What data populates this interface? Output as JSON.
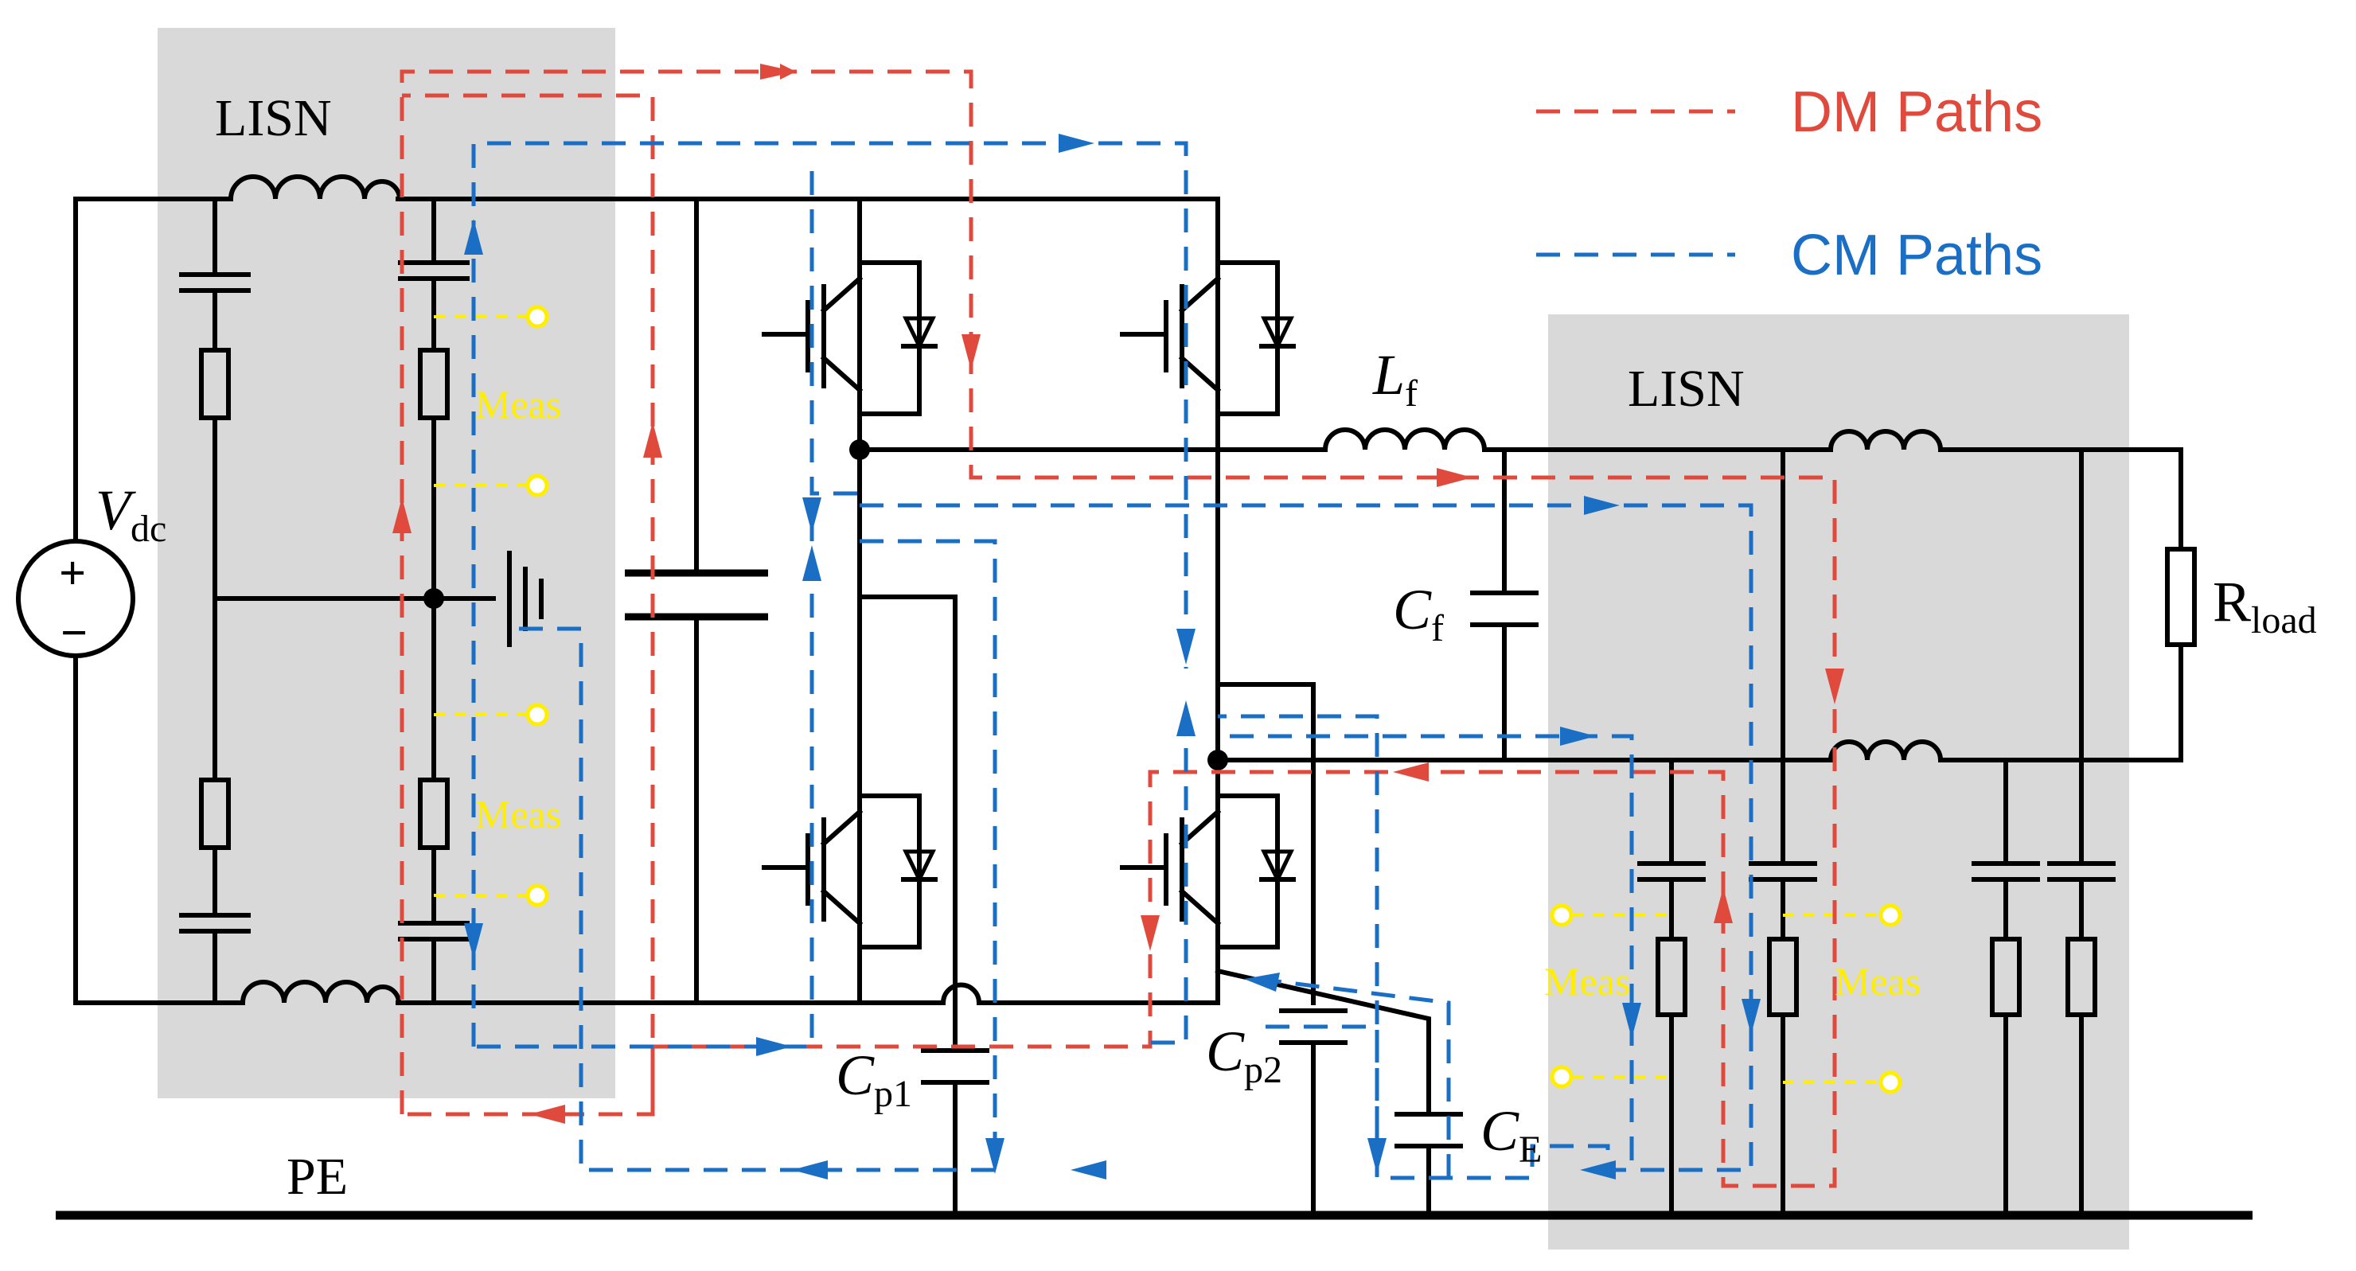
{
  "legend": {
    "dm_label": "DM Paths",
    "cm_label": "CM Paths",
    "dm_color": "#e04a3c",
    "cm_color": "#1a6fc4"
  },
  "labels": {
    "lisn_left": "LISN",
    "lisn_right": "LISN",
    "vdc_main": "V",
    "vdc_sub": "dc",
    "lf_main": "L",
    "lf_sub": "f",
    "cf_main": "C",
    "cf_sub": "f",
    "rload_main": "R",
    "rload_sub": "load",
    "cp1_main": "C",
    "cp1_sub": "p1",
    "cp2_main": "C",
    "cp2_sub": "p2",
    "ce_main": "C",
    "ce_sub": "E",
    "pe": "PE",
    "meas": "Meas",
    "plus": "+",
    "minus": "−"
  },
  "colors": {
    "lisn_shade": "#d9d9d9",
    "meas_color": "#ffee00"
  }
}
